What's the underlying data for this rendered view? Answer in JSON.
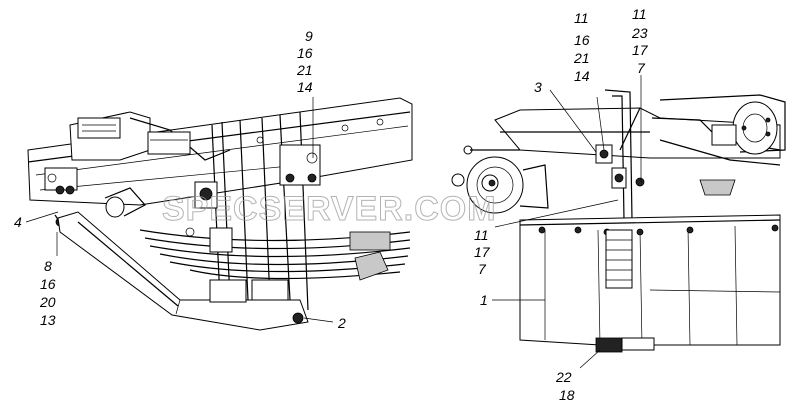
{
  "watermark": "SPECSERVER.COM",
  "left_view": {
    "callout_top": [
      "9",
      "16",
      "21",
      "14"
    ],
    "callout_left_single": "4",
    "callout_left_stack": [
      "8",
      "16",
      "20",
      "13"
    ],
    "callout_bottom_right": "2"
  },
  "right_view": {
    "callout_top_a": [
      "11",
      "16",
      "21",
      "14"
    ],
    "callout_top_b": [
      "11",
      "23",
      "17",
      "7"
    ],
    "callout_3": "3",
    "callout_mid_stack": [
      "11",
      "17",
      "7"
    ],
    "callout_1": "1",
    "callout_bottom_stack": [
      "22",
      "18"
    ]
  }
}
